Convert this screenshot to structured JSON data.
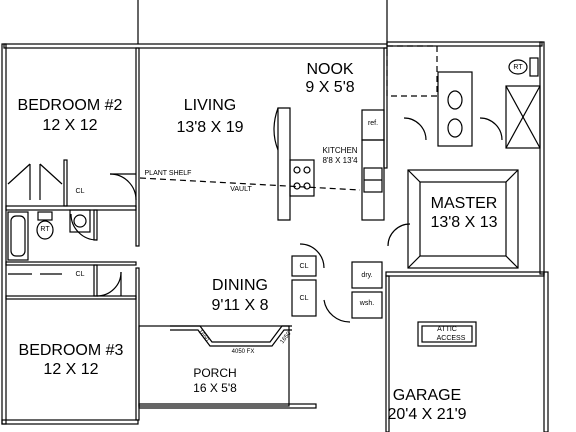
{
  "rooms": {
    "bedroom2": {
      "name": "BEDROOM #2",
      "dims": "12 X 12"
    },
    "living": {
      "name": "LIVING",
      "dims": "13'8 X 19"
    },
    "nook": {
      "name": "NOOK",
      "dims": "9 X 5'8"
    },
    "kitchen": {
      "name": "KITCHEN",
      "dims": "8'8 X 13'4"
    },
    "master": {
      "name": "MASTER",
      "dims": "13'8 X 13"
    },
    "dining": {
      "name": "DINING",
      "dims": "9'11 X 8"
    },
    "bedroom3": {
      "name": "BEDROOM #3",
      "dims": "12 X 12"
    },
    "porch": {
      "name": "PORCH",
      "dims": "16 X 5'8"
    },
    "garage": {
      "name": "GARAGE",
      "dims": "20'4 X 21'9"
    }
  },
  "notes": {
    "plant_shelf": "PLANT SHELF",
    "vault": "VAULT",
    "attic": "ATTIC",
    "access": "ACCESS",
    "window_left": "1650",
    "window_center": "4050 FX",
    "window_right": "1650"
  },
  "fixtures": {
    "refrigerator": "ref.",
    "dryer": "dry.",
    "washer": "wsh.",
    "closet": "CL",
    "toilet": "RT"
  }
}
